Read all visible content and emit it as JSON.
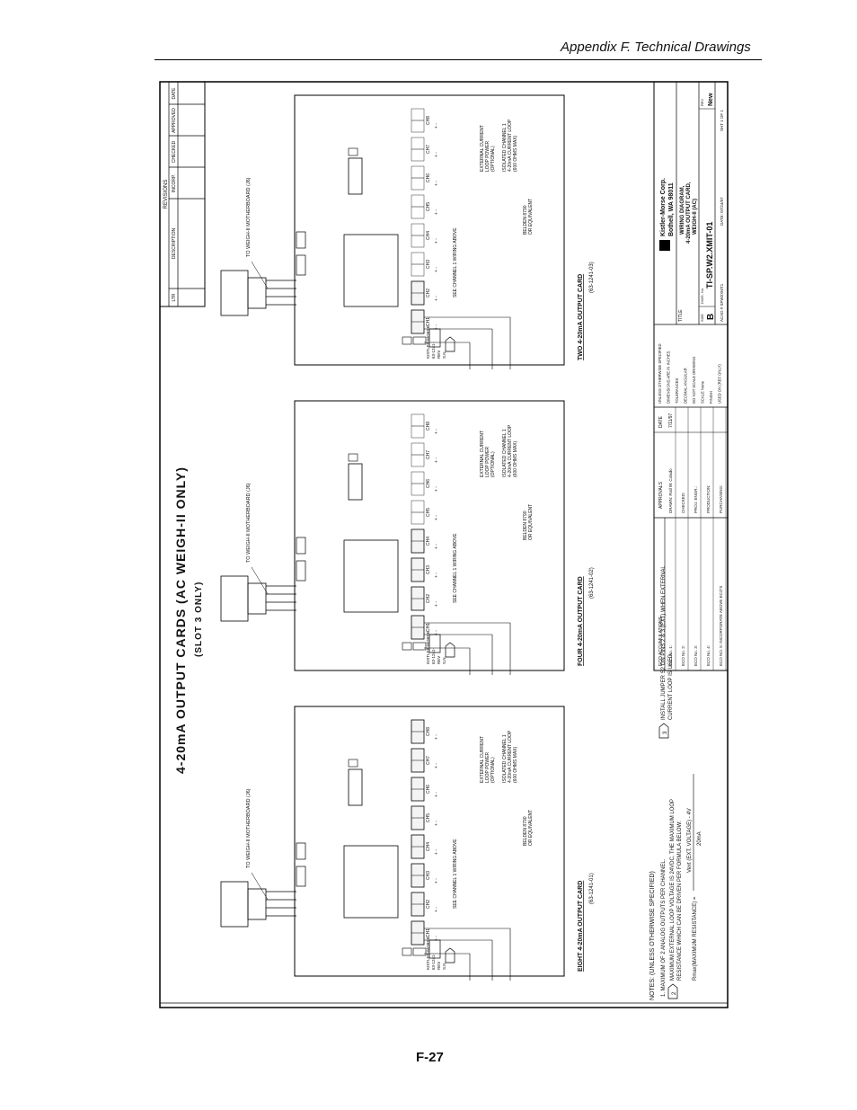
{
  "header": {
    "title": "Appendix F. Technical Drawings"
  },
  "footer": {
    "page": "F-27"
  },
  "drawing": {
    "title": "4-20mA OUTPUT CARDS (AC WEIGH-II ONLY)",
    "subtitle": "(SLOT 3 ONLY)",
    "revisions": {
      "heading": "REVISIONS",
      "columns": [
        "LTR",
        "DESCRIPTION",
        "INCORP.",
        "CHECKED",
        "APPROVED",
        "DATE"
      ]
    },
    "cards": [
      {
        "name": "EIGHT 4-20mA OUTPUT CARD",
        "part": "(63-1241-01)",
        "channels": [
          "CH1",
          "CH2",
          "CH3",
          "CH4",
          "CH5",
          "CH6",
          "CH7",
          "CH8"
        ],
        "motherboard": "TO WEIGH-II MOTHERBOARD (J6)",
        "ext_power": [
          "EXTERNAL CURRENT",
          "LOOP POWER",
          "(OPTIONAL)"
        ],
        "isolated": [
          "ISOLATED CHANNEL 1",
          "4-20mA CURRENT LOOP",
          "(600 OHMS MAX)"
        ],
        "cable": [
          "BELDEN 8790",
          "OR EQUIVALENT"
        ],
        "see": "SEE CHANNEL 1 WIRING ABOVE",
        "tag": [
          "KISTLER-MORSE",
          "63-1241-",
          "REV",
          "S.N."
        ]
      },
      {
        "name": "FOUR 4-20mA OUTPUT CARD",
        "part": "(63-1241-02)",
        "channels": [
          "CH1",
          "CH2",
          "CH3",
          "CH4",
          "CH5",
          "CH6",
          "CH7",
          "CH8"
        ],
        "motherboard": "TO WEIGH-II MOTHERBOARD (J6)",
        "ext_power": [
          "EXTERNAL CURRENT",
          "LOOP POWER",
          "(OPTIONAL)"
        ],
        "isolated": [
          "ISOLATED CHANNEL 1",
          "4-20mA CURRENT LOOP",
          "(600 OHMS MAX)"
        ],
        "cable": [
          "BELDEN 8790",
          "OR EQUIVALENT"
        ],
        "see": "SEE CHANNEL 1 WIRING ABOVE",
        "tag": [
          "KISTLER-MORSE",
          "63-1241-",
          "REV",
          "S.N."
        ]
      },
      {
        "name": "TWO 4-20mA OUTPUT CARD",
        "part": "(63-1241-03)",
        "channels": [
          "CH1",
          "CH2",
          "CH3",
          "CH4",
          "CH5",
          "CH6",
          "CH7",
          "CH8"
        ],
        "motherboard": "TO WEIGH-II MOTHERBOARD (J6)",
        "ext_power": [
          "EXTERNAL CURRENT",
          "LOOP POWER",
          "(OPTIONAL)"
        ],
        "isolated": [
          "ISOLATED CHANNEL 1",
          "4-20mA CURRENT LOOP",
          "(600 OHMS MAX)"
        ],
        "cable": [
          "BELDEN 8790",
          "OR EQUIVALENT"
        ],
        "see": "SEE CHANNEL 1 WIRING ABOVE",
        "tag": [
          "KISTLER-MORSE",
          "63-1241-",
          "REV",
          "S.N."
        ]
      }
    ],
    "notes": {
      "heading": "NOTES:  (UNLESS OTHERWISE SPECIFIED)",
      "n1": "1.   MAXIMUM OF 2 ANALOG OUTPUTS PER CHANNEL.",
      "n2a": "MAXIMUM EXTERNAL LOOP VOLTAGE IS 24VDC. THE MAXIMUM LOOP",
      "n2b": "RESISTANCE WHICH CAN BE DRIVEN PER FORMULA BELOW:",
      "formula_left": "Rmax(MAXIMUM RESISTANCE) =",
      "formula_num": "Vext (EXT. VOLTAGE) - 4V",
      "formula_den": "20mA",
      "n3a": "INSTALL JUMPER S2 ON PINS 2 & 3 (EXT) WHEN EXTERNAL",
      "n3b": "CURRENT LOOP IS USED."
    },
    "title_block": {
      "eco_heading": "ECO ACCUMULATIONS",
      "eco_rows": [
        "ECO No. 1:",
        "ECO No. 2:",
        "ECO No. 3:",
        "ECO No. 4:",
        "ECO NO. 5: INCORPORATE ABOVE ECO'S"
      ],
      "approvals_heading": "APPROVALS",
      "date_heading": "DATE",
      "approval_rows": [
        "DRAWN: Rod W. Colado",
        "CHECKED:",
        "PROJ. ENGR.:",
        "PRODUCTION:",
        "PURCHASING:"
      ],
      "drawn_date": "7/11/97",
      "tolerance_rows": [
        "UNLESS OTHERWISE SPECIFIED",
        "DIMENSIONS ARE IN INCHES",
        "TOLERANCES",
        "DECIMAL      ANGULAR",
        "DO NOT SCALE DRAWING",
        "SCALE   None",
        "FINISH",
        "USED ON  (REF ONLY)"
      ],
      "company": [
        "Kistler-Morse Corp.",
        "Bothell, WA 98011"
      ],
      "title_label": "TITLE",
      "title_lines": [
        "WIRING DIAGRAM,",
        "4-20mA OUTPUT CARD,",
        "WEIGH-II (AC)"
      ],
      "size_label": "SIZE",
      "size": "B",
      "dwg_no_label": "DWG. No.",
      "dwg_no": "TI-SP.W2.XMIT-01",
      "rev_label": "REV",
      "rev": "New",
      "acad": "ACAD # SPW2XMT1",
      "date_line": "DATE: 07/24/97",
      "sheet": "SHT 1 OF 1"
    }
  }
}
